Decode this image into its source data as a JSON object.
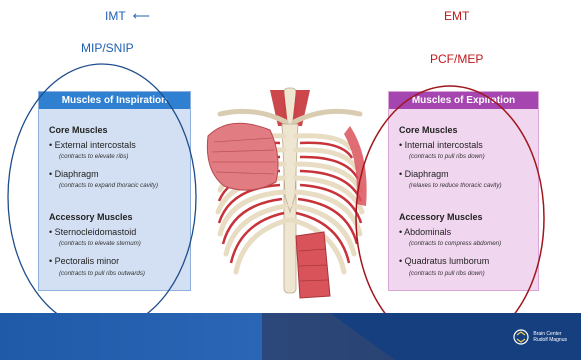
{
  "labels": {
    "imt": "IMT",
    "imt_arrow": "⟵",
    "mip": "MIP/SNIP",
    "emt": "EMT",
    "pcf": "PCF/MEP"
  },
  "inspiration": {
    "title": "Muscles of Inspiration",
    "core_heading": "Core Muscles",
    "core": [
      {
        "name": "External intercostals",
        "note": "(contracts to elevate ribs)"
      },
      {
        "name": "Diaphragm",
        "note": "(contracts to expand thoracic cavity)"
      }
    ],
    "accessory_heading": "Accessory Muscles",
    "accessory": [
      {
        "name": "Sternocleidomastoid",
        "note": "(contracts to elevate sternum)"
      },
      {
        "name": "Pectoralis minor",
        "note": "(contracts to pull ribs outwards)"
      }
    ]
  },
  "expiration": {
    "title": "Muscles of Expiration",
    "core_heading": "Core Muscles",
    "core": [
      {
        "name": "Internal intercostals",
        "note": "(contracts to pull ribs down)"
      },
      {
        "name": "Diaphragm",
        "note": "(relaxes to reduce thoracic cavity)"
      }
    ],
    "accessory_heading": "Accessory Muscles",
    "accessory": [
      {
        "name": "Abdominals",
        "note": "(contracts to compress abdomen)"
      },
      {
        "name": "Quadratus lumborum",
        "note": "(contracts to pull ribs down)"
      }
    ]
  },
  "logo": {
    "line1": "Brain Center",
    "line2": "Rudolf Magnus"
  },
  "colors": {
    "accent_blue": "#1f5fb0",
    "accent_red": "#c0191c",
    "inspiration_header": "#2f80d1",
    "expiration_header": "#a545b0",
    "footer_dark": "#1a4d92"
  }
}
